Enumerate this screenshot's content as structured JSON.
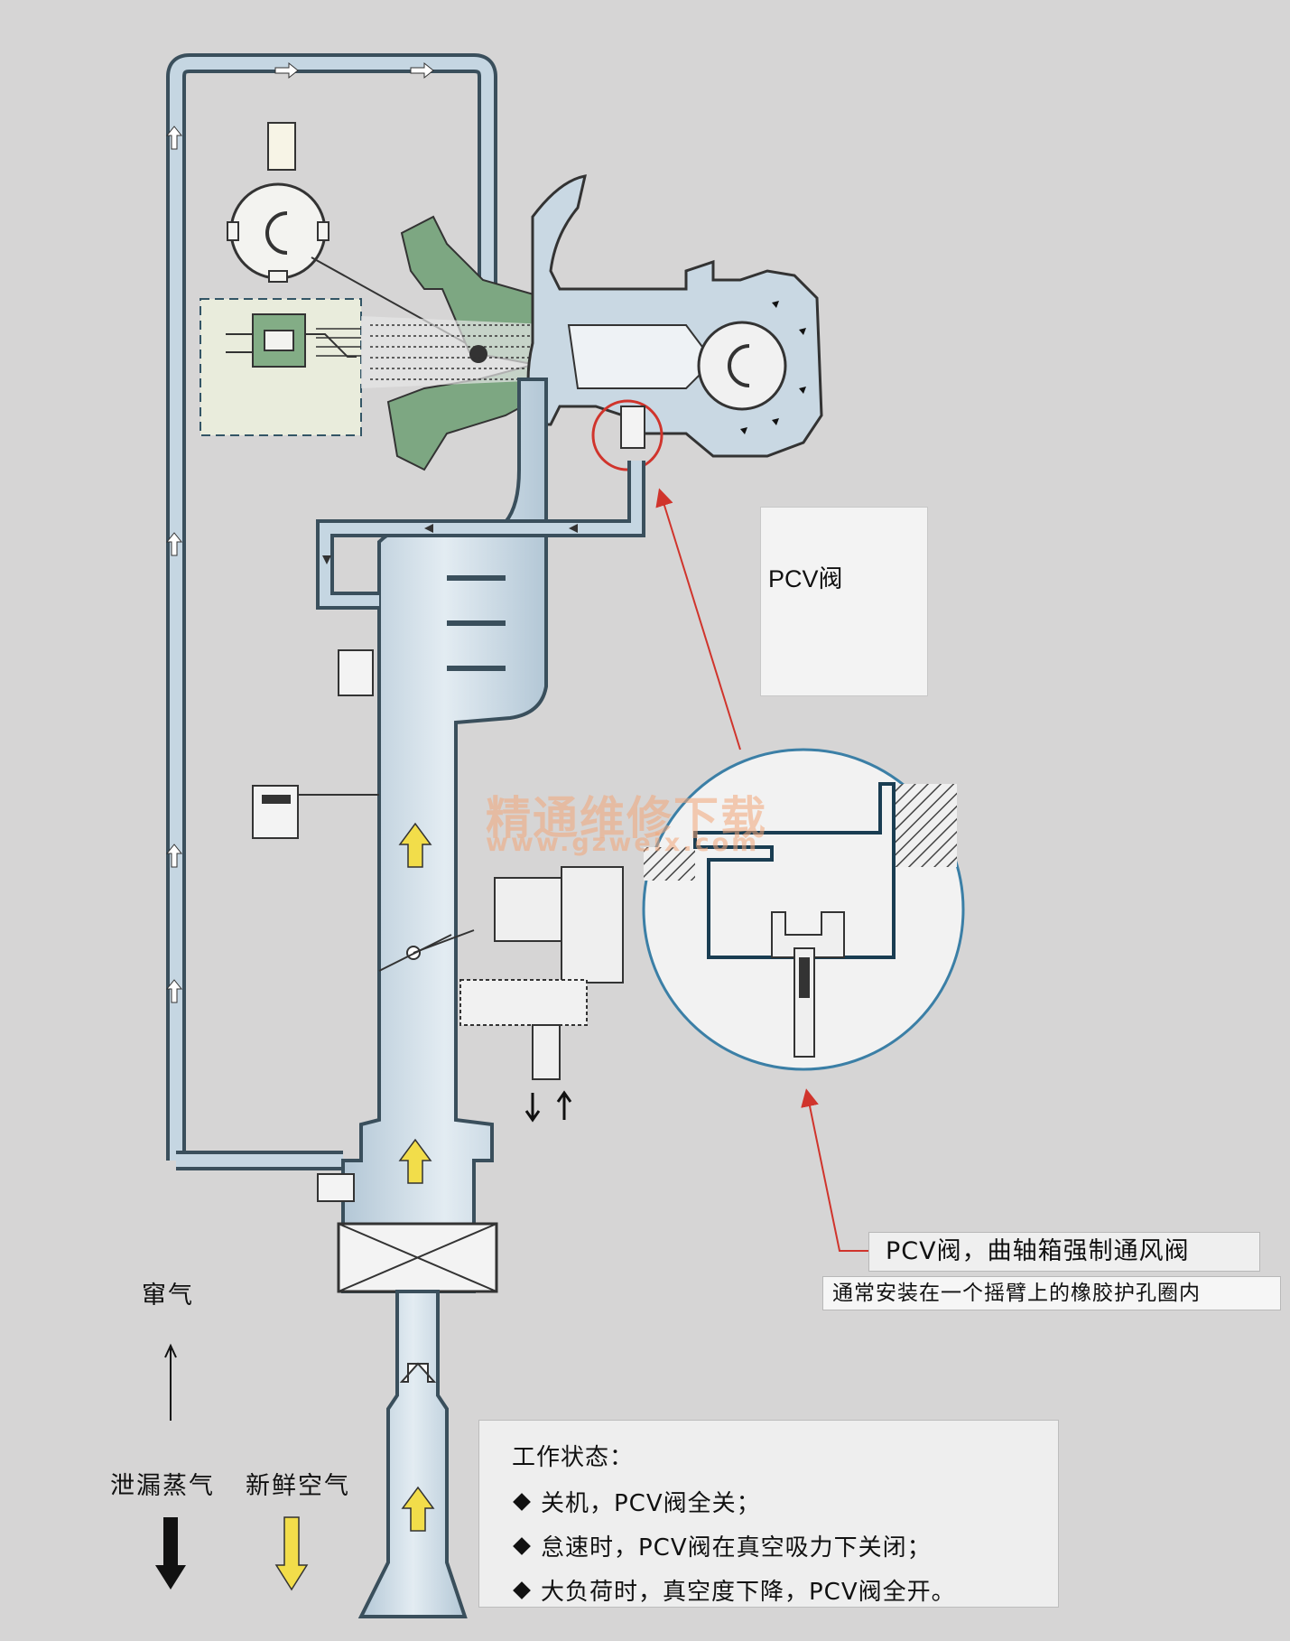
{
  "labels": {
    "vent": "窜气",
    "leak_vapor": "泄漏蒸气",
    "fresh_air": "新鲜空气",
    "pcv_photo": "PCV阀",
    "callout_main": "PCV阀，曲轴箱强制通风阀",
    "callout_sub": "通常安装在一个摇臂上的橡胶护孔圈内"
  },
  "work_state": {
    "title": "工作状态：",
    "items": [
      "关机，PCV阀全关；",
      "怠速时，PCV阀在真空吸力下关闭；",
      "大负荷时，真空度下降，PCV阀全开。"
    ]
  },
  "watermark": {
    "text": "精通维修下载",
    "url": "www.gzweix.com"
  },
  "colors": {
    "background": "#d6d5d5",
    "pipe_outline": "#3a4f5c",
    "pipe_fill": "#c5d6e2",
    "engine_green": "#6f9b72",
    "red_pointer": "#d0342c",
    "fresh_air_arrow": "#f2dd4a",
    "leak_arrow": "#111111"
  }
}
